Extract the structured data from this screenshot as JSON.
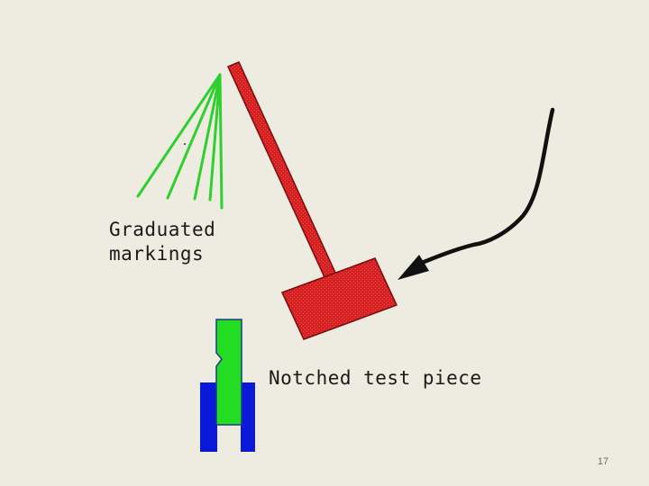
{
  "labels": {
    "graduated_line1": "Graduated",
    "graduated_line2": "markings",
    "notched_piece": "Notched test piece"
  },
  "slide_number": "17",
  "colors": {
    "background": "#eeebe1",
    "pendulum": "#d42020",
    "pendulum_outline": "#7a0d0d",
    "markings": "#2fcf2f",
    "test_piece": "#22dd22",
    "vise": "#0a1ad8",
    "arrow": "#111111"
  },
  "icons": {
    "markings": "graduated-markings-lines",
    "pendulum": "pendulum-hammer",
    "arrow": "swing-direction-arrow",
    "specimen": "notched-test-piece",
    "vise": "specimen-holder"
  }
}
